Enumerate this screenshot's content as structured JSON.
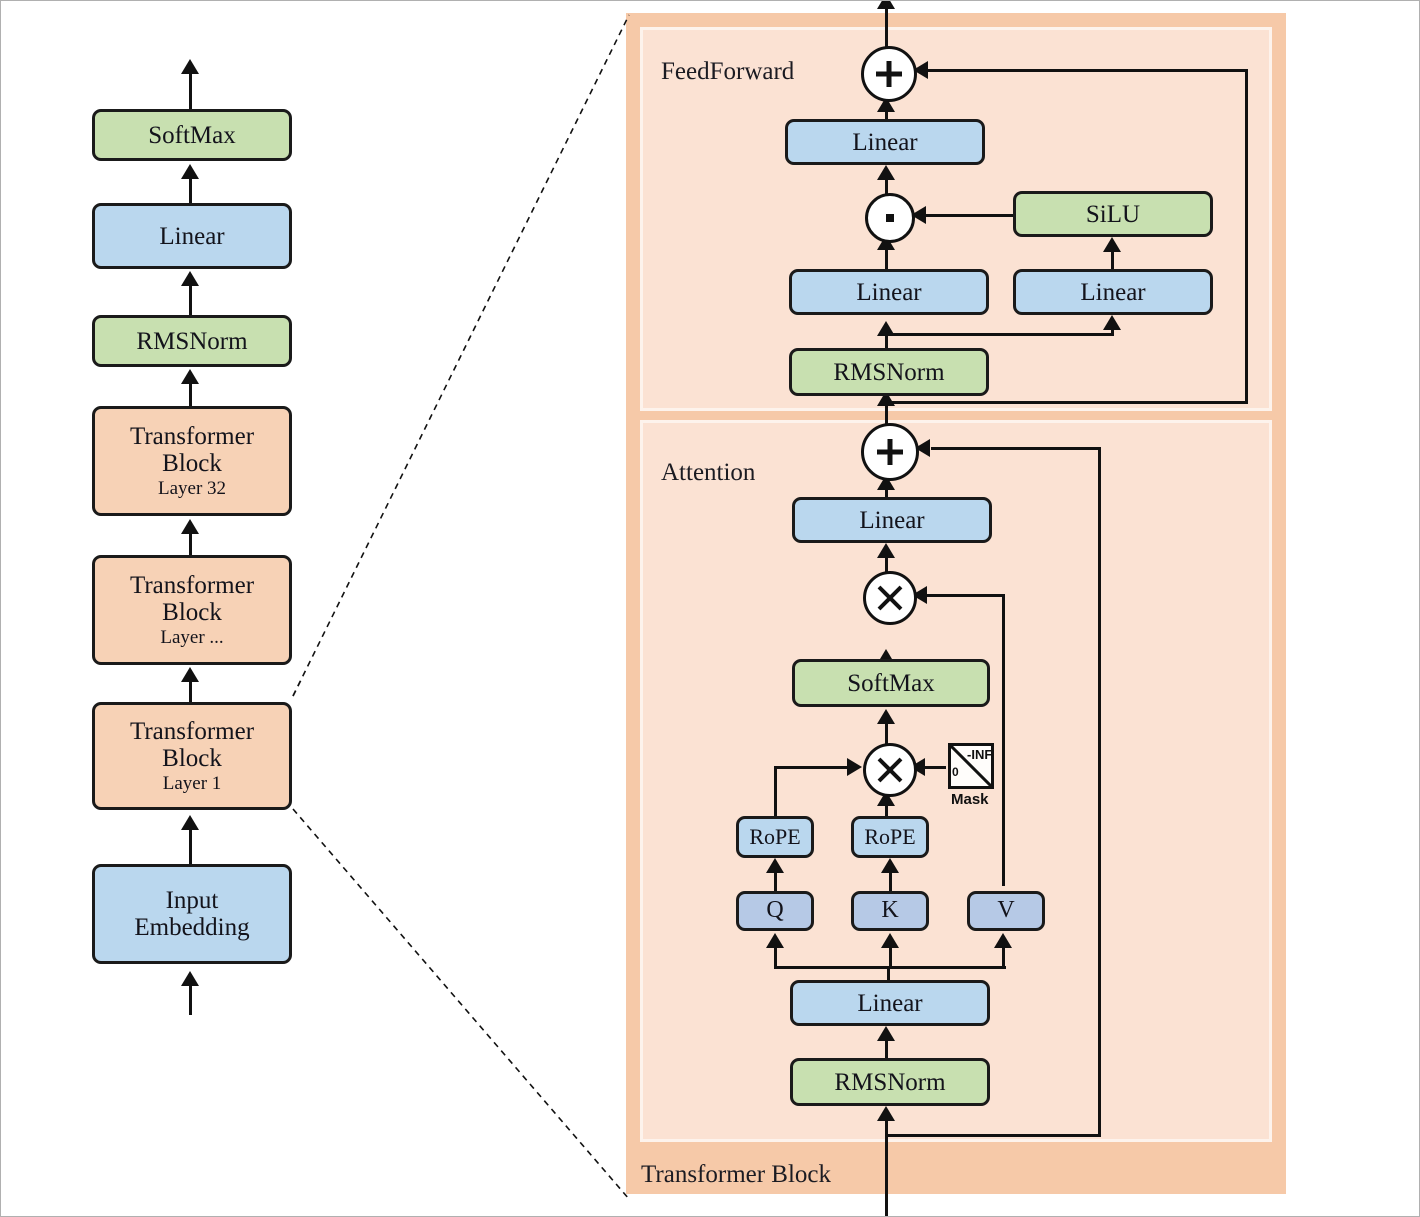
{
  "figure": {
    "title": "LLaMA-style Transformer architecture diagram",
    "colors": {
      "green": "#c8e0b0",
      "blue": "#bad7ee",
      "blue_qkv": "#b6c9e6",
      "orange": "#f7d2b6",
      "outer_block": "#f6c9a8",
      "inner_panel": "#fbe2d3",
      "stroke": "#111111"
    }
  },
  "left_stack": {
    "nodes": [
      {
        "id": "softmax",
        "label": "SoftMax",
        "sublabel": "",
        "color": "green"
      },
      {
        "id": "linear",
        "label": "Linear",
        "sublabel": "",
        "color": "blue"
      },
      {
        "id": "rmsnorm",
        "label": "RMSNorm",
        "sublabel": "",
        "color": "green"
      },
      {
        "id": "layer32",
        "label": "Transformer Block",
        "sublabel": "Layer 32",
        "color": "orange"
      },
      {
        "id": "layerdots",
        "label": "Transformer Block",
        "sublabel": "Layer ...",
        "color": "orange"
      },
      {
        "id": "layer1",
        "label": "Transformer Block",
        "sublabel": "Layer 1",
        "color": "orange"
      },
      {
        "id": "embedding",
        "label": "Input Embedding",
        "sublabel": "",
        "color": "blue"
      }
    ]
  },
  "detail_block": {
    "outer_label": "Transformer Block",
    "feedforward": {
      "label": "FeedForward",
      "add_op": "+",
      "mul_op": "·",
      "nodes": [
        {
          "id": "ff-linear-out",
          "label": "Linear",
          "color": "blue"
        },
        {
          "id": "ff-silu",
          "label": "SiLU",
          "color": "green"
        },
        {
          "id": "ff-linear-gate",
          "label": "Linear",
          "color": "blue"
        },
        {
          "id": "ff-linear-up",
          "label": "Linear",
          "color": "blue"
        },
        {
          "id": "ff-rmsnorm",
          "label": "RMSNorm",
          "color": "green"
        }
      ]
    },
    "attention": {
      "label": "Attention",
      "add_op": "+",
      "matmul_op": "×",
      "nodes": [
        {
          "id": "attn-linear-out",
          "label": "Linear",
          "color": "blue"
        },
        {
          "id": "attn-softmax",
          "label": "SoftMax",
          "color": "green"
        },
        {
          "id": "rope-q",
          "label": "RoPE",
          "color": "blue"
        },
        {
          "id": "rope-k",
          "label": "RoPE",
          "color": "blue"
        },
        {
          "id": "q",
          "label": "Q",
          "color": "blue2"
        },
        {
          "id": "k",
          "label": "K",
          "color": "blue2"
        },
        {
          "id": "v",
          "label": "V",
          "color": "blue2"
        },
        {
          "id": "attn-linear-in",
          "label": "Linear",
          "color": "blue"
        },
        {
          "id": "attn-rmsnorm",
          "label": "RMSNorm",
          "color": "green"
        }
      ],
      "mask": {
        "caption": "Mask",
        "upper_value": "-INF",
        "lower_value": "0"
      }
    }
  }
}
